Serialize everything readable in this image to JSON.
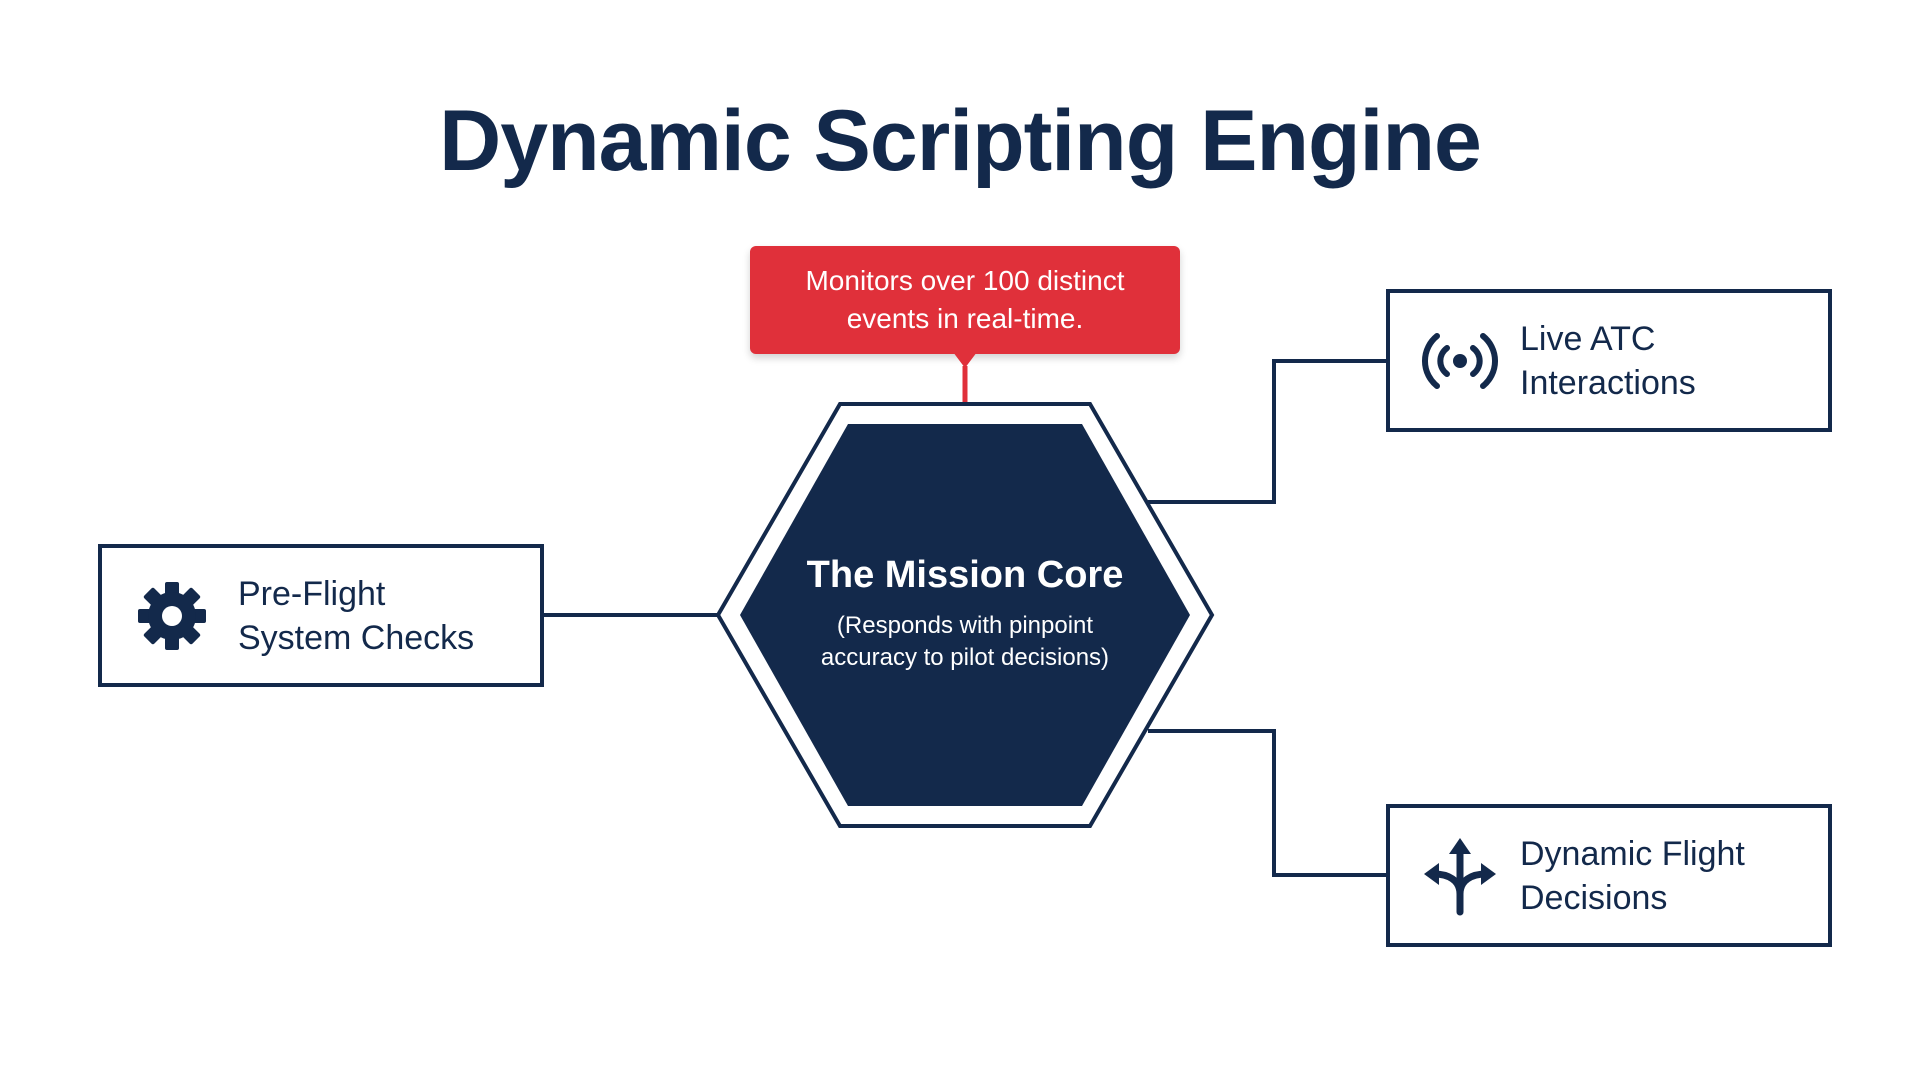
{
  "title": "Dynamic Scripting Engine",
  "callout": {
    "line1": "Monitors over 100 distinct",
    "line2": "events in real-time."
  },
  "core": {
    "title": "The Mission Core",
    "subtitle_line1": "(Responds with pinpoint",
    "subtitle_line2": "accuracy to pilot decisions)"
  },
  "nodes": {
    "left": {
      "line1": "Pre-Flight",
      "line2": "System Checks",
      "icon": "gear-icon"
    },
    "top_right": {
      "line1": "Live ATC",
      "line2": "Interactions",
      "icon": "broadcast-icon"
    },
    "bottom_right": {
      "line1": "Dynamic Flight",
      "line2": "Decisions",
      "icon": "fork-arrows-icon"
    }
  },
  "colors": {
    "navy": "#13294b",
    "red": "#e0303a",
    "white": "#ffffff"
  }
}
